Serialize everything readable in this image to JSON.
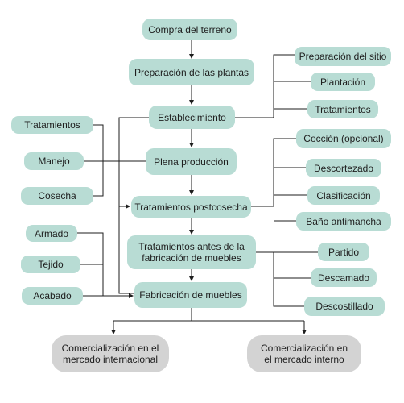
{
  "main_flow": {
    "compra": "Compra del terreno",
    "preparacion_plantas": "Preparación de las plantas",
    "establecimiento": "Establecimiento",
    "plena_produccion": "Plena producción",
    "postcosecha": "Tratamientos postcosecha",
    "antes_fabricacion": "Tratamientos antes de la fabricación de muebles",
    "fabricacion": "Fabricación de muebles"
  },
  "establecimiento_steps": [
    "Preparación del sitio",
    "Plantación",
    "Tratamientos"
  ],
  "plena_produccion_inputs": [
    "Tratamientos",
    "Manejo",
    "Cosecha"
  ],
  "postcosecha_steps": [
    "Cocción (opcional)",
    "Descortezado",
    "Clasificación",
    "Baño antimancha"
  ],
  "antes_fabricacion_steps": [
    "Partido",
    "Descamado",
    "Descostillado"
  ],
  "fabricacion_inputs": [
    "Armado",
    "Tejido",
    "Acabado"
  ],
  "markets": {
    "internacional": "Comercialización en el mercado internacional",
    "interno": "Comercialización en el mercado interno"
  },
  "colors": {
    "node_fill": "#b8dcd4",
    "market_fill": "#d3d3d3",
    "line": "#1e1e1e"
  }
}
